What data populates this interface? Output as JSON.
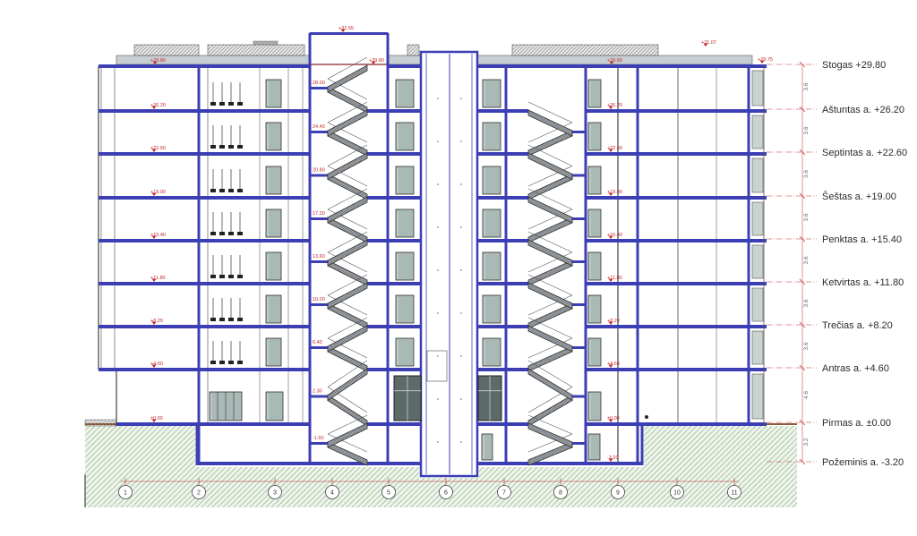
{
  "levels": [
    {
      "label": "Stogas +29.80"
    },
    {
      "label": "Aštuntas a. +26.20"
    },
    {
      "label": "Septintas a. +22.60"
    },
    {
      "label": "Šeštas a. +19.00"
    },
    {
      "label": "Penktas a. +15.40"
    },
    {
      "label": "Ketvirtas a. +11.80"
    },
    {
      "label": "Trečias a. +8.20"
    },
    {
      "label": "Antras a. +4.60"
    },
    {
      "label": "Pirmas a. ±0.00"
    },
    {
      "label": "Požeminis a. -3.20"
    }
  ],
  "storey_heights": [
    "3.6",
    "3.6",
    "3.6",
    "3.6",
    "3.6",
    "3.6",
    "3.6",
    "4.6",
    "3.2"
  ],
  "axes": [
    "1",
    "2",
    "3",
    "4",
    "5",
    "6",
    "7",
    "8",
    "9",
    "10",
    "11"
  ],
  "top_marks": [
    "+32.55",
    "+31.07",
    "+29.75",
    "+29.80",
    "+29.80",
    "+29.80"
  ],
  "left_floor_marks": [
    "+26.20",
    "+22.60",
    "+19.00",
    "+15.40",
    "+11.80",
    "+8.20",
    "+4.60",
    "±0.00"
  ],
  "stair_landing_marks": [
    "28.00",
    "24.40",
    "20.80",
    "17.20",
    "13.60",
    "10.00",
    "6.40",
    "2.30",
    "-1.60"
  ],
  "right_floor_marks": [
    "+26.20",
    "+22.60",
    "+19.00",
    "+15.40",
    "+11.80",
    "+8.20",
    "+4.60",
    "±0.00",
    "-3.20"
  ],
  "colors": {
    "slab": "#3c3fb4",
    "mark": "#c0282a",
    "ground_hatch": "#8fb58f",
    "ground_fill": "#eef4ea",
    "glazing": "#a9b9b5",
    "glazing_dark": "#5c6b68",
    "roof": "#c8cfd3"
  }
}
